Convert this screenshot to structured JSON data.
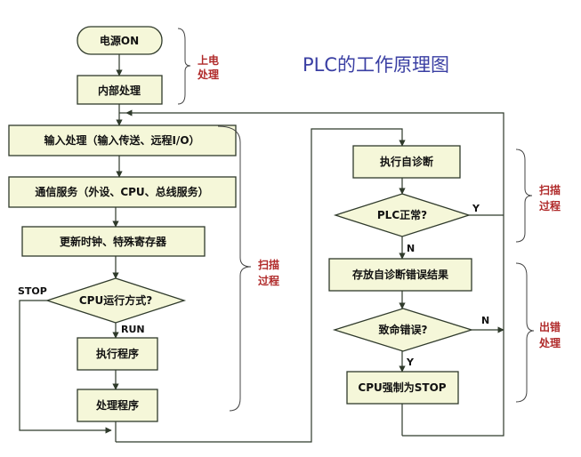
{
  "diagram": {
    "title": "PLC的工作原理图",
    "nodes": {
      "power_on": "电源ON",
      "internal": "内部处理",
      "input": "输入处理（输入传送、远程I/O）",
      "comm": "通信服务（外设、CPU、总线服务）",
      "clock": "更新时钟、特殊寄存器",
      "cpu_mode": "CPU运行方式?",
      "exec": "执行程序",
      "process": "处理程序",
      "selfdiag": "执行自诊断",
      "plc_ok": "PLC正常?",
      "store": "存放自诊断错误结果",
      "fatal": "致命错误?",
      "force_stop": "CPU强制为STOP"
    },
    "edge_labels": {
      "stop": "STOP",
      "run": "RUN",
      "y1": "Y",
      "n1": "N",
      "n2": "N",
      "y2": "Y"
    },
    "side_labels": {
      "power_up_1": "上电",
      "power_up_2": "处理",
      "scan_left_1": "扫描",
      "scan_left_2": "过程",
      "scan_right_1": "扫描",
      "scan_right_2": "过程",
      "error_1": "出错",
      "error_2": "处理"
    }
  },
  "colors": {
    "box_fill": "#f5f7d9",
    "line": "#2f3a2b",
    "side_label": "#b02a2a",
    "title": "#3a3fa3"
  }
}
